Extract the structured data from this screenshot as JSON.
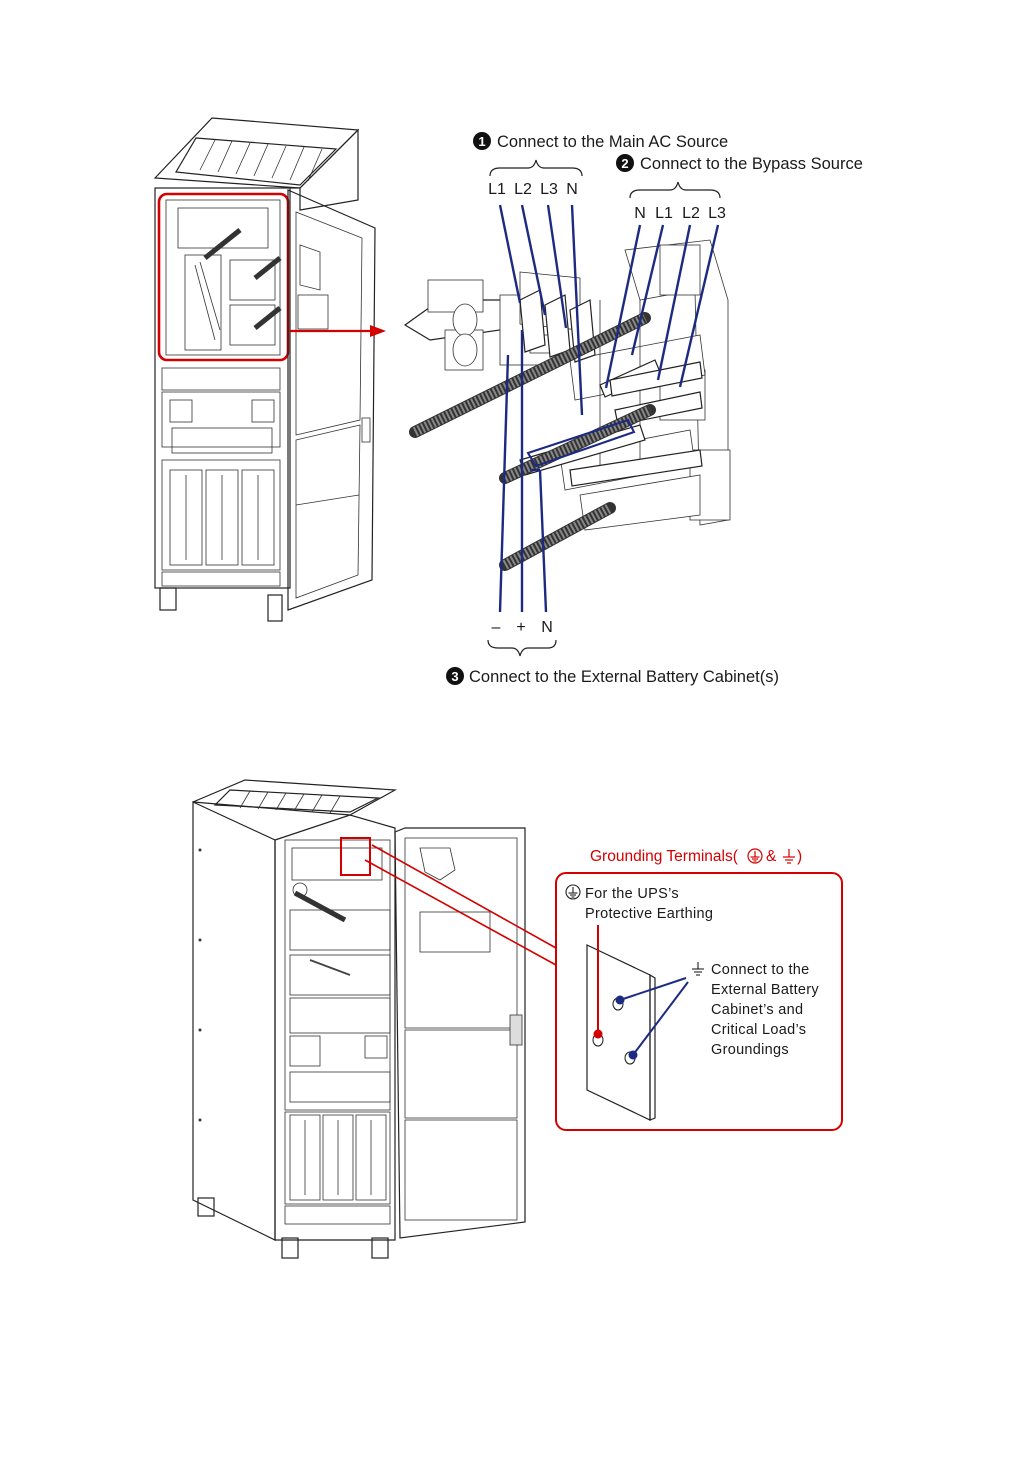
{
  "figure1": {
    "callout1": {
      "number": "1",
      "text": "Connect to the Main AC Source"
    },
    "callout2": {
      "number": "2",
      "text": "Connect to the Bypass Source"
    },
    "callout3": {
      "number": "3",
      "text": "Connect to the External Battery Cabinet(s)"
    },
    "main_terminals": [
      "L1",
      "L2",
      "L3",
      "N"
    ],
    "bypass_terminals": [
      "N",
      "L1",
      "L2",
      "L3"
    ],
    "battery_terminals": [
      "–",
      "+",
      "N"
    ]
  },
  "figure2": {
    "title": "Grounding Terminals(⏚ & ⏚)",
    "title_prefix": "Grounding Terminals(",
    "title_amp": "&",
    "title_suffix": ")",
    "pe_label_line1": "For the UPS’s",
    "pe_label_line2": "Protective Earthing",
    "ground_label_lines": [
      "Connect to the",
      "External Battery",
      "Cabinet’s and",
      "Critical Load’s",
      "Groundings"
    ]
  },
  "colors": {
    "wire_blue": "#1c2a82",
    "highlight_red": "#d40000",
    "ink": "#1a1a1a"
  },
  "icons": [
    "protective-earth-icon",
    "ground-icon"
  ]
}
